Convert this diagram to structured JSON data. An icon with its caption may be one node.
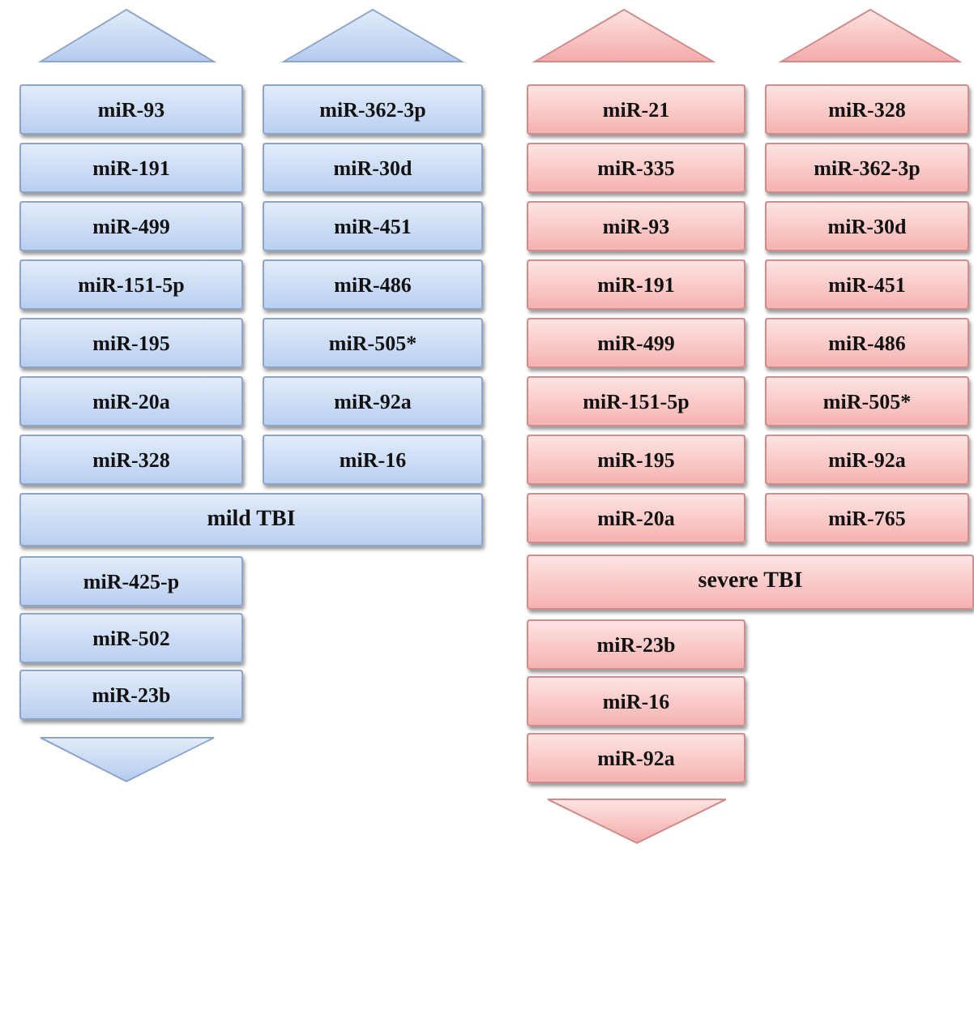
{
  "diagram": {
    "nodes": [
      {
        "text": [
          "miR-93"
        ]
      },
      {
        "text": [
          "miR-362-3p"
        ]
      },
      {
        "text": [
          "miR-191"
        ]
      },
      {
        "text": [
          "miR-30d"
        ]
      },
      {
        "text": [
          "miR-499"
        ]
      },
      {
        "text": [
          "miR-451"
        ]
      },
      {
        "text": [
          "miR-151-5p"
        ]
      },
      {
        "text": [
          "miR-486"
        ]
      },
      {
        "text": [
          "miR-195"
        ]
      },
      {
        "text": [
          "miR-505*"
        ]
      },
      {
        "text": [
          "miR-20a"
        ]
      },
      {
        "text": [
          "miR-92a"
        ]
      },
      {
        "text": [
          "miR-328"
        ]
      },
      {
        "text": [
          "miR-16"
        ]
      },
      {
        "text": [
          "mild TBI"
        ]
      },
      {
        "text": [
          "miR-425-p"
        ]
      },
      {
        "text": [
          "miR-502"
        ]
      },
      {
        "text": [
          "miR-23b"
        ]
      },
      {
        "text": [
          "miR-21"
        ]
      },
      {
        "text": [
          "miR-328"
        ]
      },
      {
        "text": [
          "miR-335"
        ]
      },
      {
        "text": [
          "miR-362-3p"
        ]
      },
      {
        "text": [
          "miR-93"
        ]
      },
      {
        "text": [
          "miR-30d"
        ]
      },
      {
        "text": [
          "miR-191"
        ]
      },
      {
        "text": [
          "miR-451"
        ]
      },
      {
        "text": [
          "miR-499"
        ]
      },
      {
        "text": [
          "miR-486"
        ]
      },
      {
        "text": [
          "miR-151-5p"
        ]
      },
      {
        "text": [
          "miR-505*"
        ]
      },
      {
        "text": [
          "miR-195"
        ]
      },
      {
        "text": [
          "miR-92a"
        ]
      },
      {
        "text": [
          "miR-20a"
        ]
      },
      {
        "text": [
          "miR-765"
        ]
      },
      {
        "text": [
          "severe TBI"
        ]
      },
      {
        "text": [
          "miR-23b"
        ]
      },
      {
        "text": [
          "miR-16"
        ]
      },
      {
        "text": [
          "miR-92a"
        ]
      }
    ]
  }
}
